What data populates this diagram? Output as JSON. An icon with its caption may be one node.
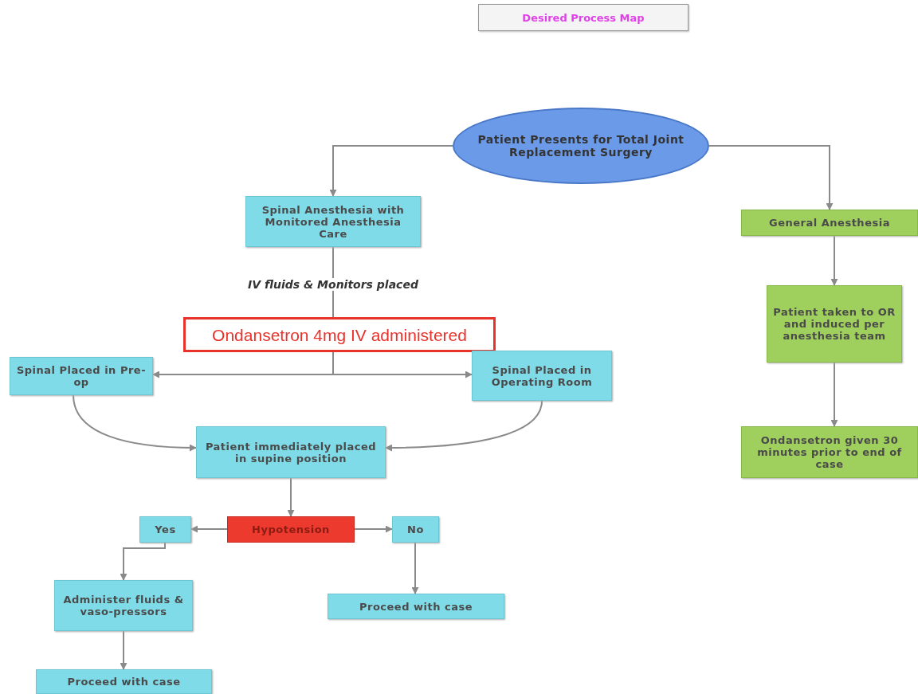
{
  "diagram": {
    "title": "Desired Process Map",
    "nodes": [
      {
        "text": [
          "Patient Presents for Total Joint Replacement Surgery"
        ]
      },
      {
        "text": [
          "Spinal Anesthesia with Monitored Anesthesia Care"
        ]
      },
      {
        "text": [
          "General Anesthesia"
        ]
      },
      {
        "text": [
          "Ondansetron 4mg IV administered"
        ]
      },
      {
        "text": [
          "Spinal  Placed in Pre-op"
        ]
      },
      {
        "text": [
          "Spinal Placed in Operating Room"
        ]
      },
      {
        "text": [
          "Patient taken to OR and induced per anesthesia team"
        ]
      },
      {
        "text": [
          "Patient immediately placed in supine position"
        ]
      },
      {
        "text": [
          "Ondansetron given 30 minutes prior to end of case"
        ]
      },
      {
        "text": [
          "Hypotension"
        ]
      },
      {
        "text": [
          "Yes"
        ]
      },
      {
        "text": [
          "No"
        ]
      },
      {
        "text": [
          "Administer fluids & vaso-pressors"
        ]
      },
      {
        "text": [
          "Proceed with case"
        ]
      },
      {
        "text": [
          "Proceed with case"
        ]
      }
    ],
    "edges": [
      {
        "from": 0,
        "to": 1,
        "arrow": "to"
      },
      {
        "from": 0,
        "to": 2,
        "arrow": "to"
      },
      {
        "from": 1,
        "to": 3,
        "arrow": "none",
        "label": "IV fluids & Monitors placed"
      },
      {
        "from": 3,
        "to": 4,
        "arrow": "to"
      },
      {
        "from": 3,
        "to": 5,
        "arrow": "to"
      },
      {
        "from": 2,
        "to": 6,
        "arrow": "to"
      },
      {
        "from": 6,
        "to": 8,
        "arrow": "to"
      },
      {
        "from": 4,
        "to": 7,
        "arrow": "to"
      },
      {
        "from": 5,
        "to": 7,
        "arrow": "to"
      },
      {
        "from": 7,
        "to": 9,
        "arrow": "to"
      },
      {
        "from": 9,
        "to": 10,
        "arrow": "to"
      },
      {
        "from": 9,
        "to": 11,
        "arrow": "to"
      },
      {
        "from": 10,
        "to": 12,
        "arrow": "to"
      },
      {
        "from": 11,
        "to": 13,
        "arrow": "to"
      },
      {
        "from": 12,
        "to": 14,
        "arrow": "to"
      }
    ]
  }
}
